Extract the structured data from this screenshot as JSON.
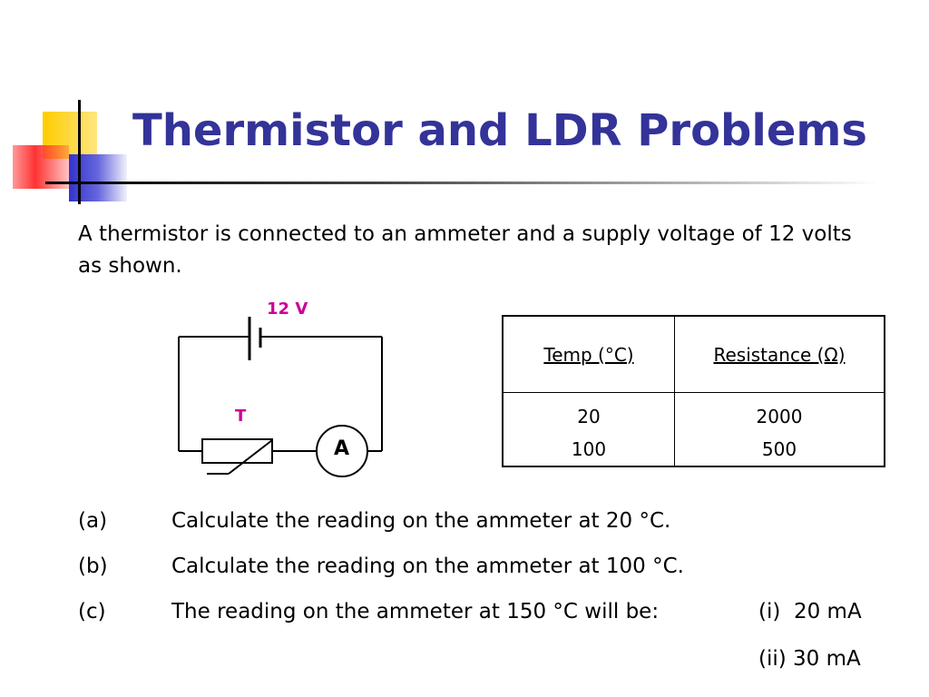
{
  "slide": {
    "title": "Thermistor and LDR Problems",
    "intro": "A thermistor is connected to an ammeter and a supply voltage of 12 volts as shown.",
    "colors": {
      "title": "#333399",
      "circuit_label": "#cc0099",
      "deco_yellow": "#ffcc00",
      "deco_blue": "#3333cc",
      "deco_red": "#ff3333"
    }
  },
  "circuit": {
    "supply_label": "12 V",
    "thermistor_label": "T",
    "ammeter_label": "A"
  },
  "table": {
    "headers": [
      "Temp (°C)",
      "Resistance (Ω)"
    ],
    "temps": [
      "20",
      "100"
    ],
    "resistances": [
      "2000",
      "500"
    ]
  },
  "questions": [
    {
      "label": "(a)",
      "text": "Calculate the reading on the ammeter at 20 °C."
    },
    {
      "label": "(b)",
      "text": "Calculate the reading on the ammeter at 100 °C."
    },
    {
      "label": "(c)",
      "text": "The reading on the ammeter at 150 °C will be:"
    }
  ],
  "options": [
    "(i)  20 mA",
    "(ii) 30 mA"
  ]
}
